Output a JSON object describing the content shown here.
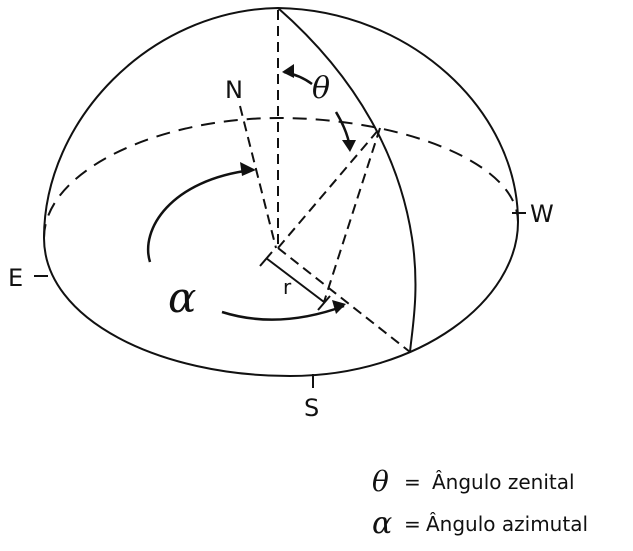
{
  "labels": {
    "north": "N",
    "south": "S",
    "east": "E",
    "west": "W",
    "theta": "θ",
    "alpha": "α",
    "radius": "r"
  },
  "legend": {
    "theta_symbol": "θ",
    "theta_eq": "=",
    "theta_text": "Ângulo zenital",
    "alpha_symbol": "α",
    "alpha_eq": "=",
    "alpha_text": "Ângulo azimutal"
  },
  "colors": {
    "line": "#111111",
    "background": "#ffffff"
  }
}
